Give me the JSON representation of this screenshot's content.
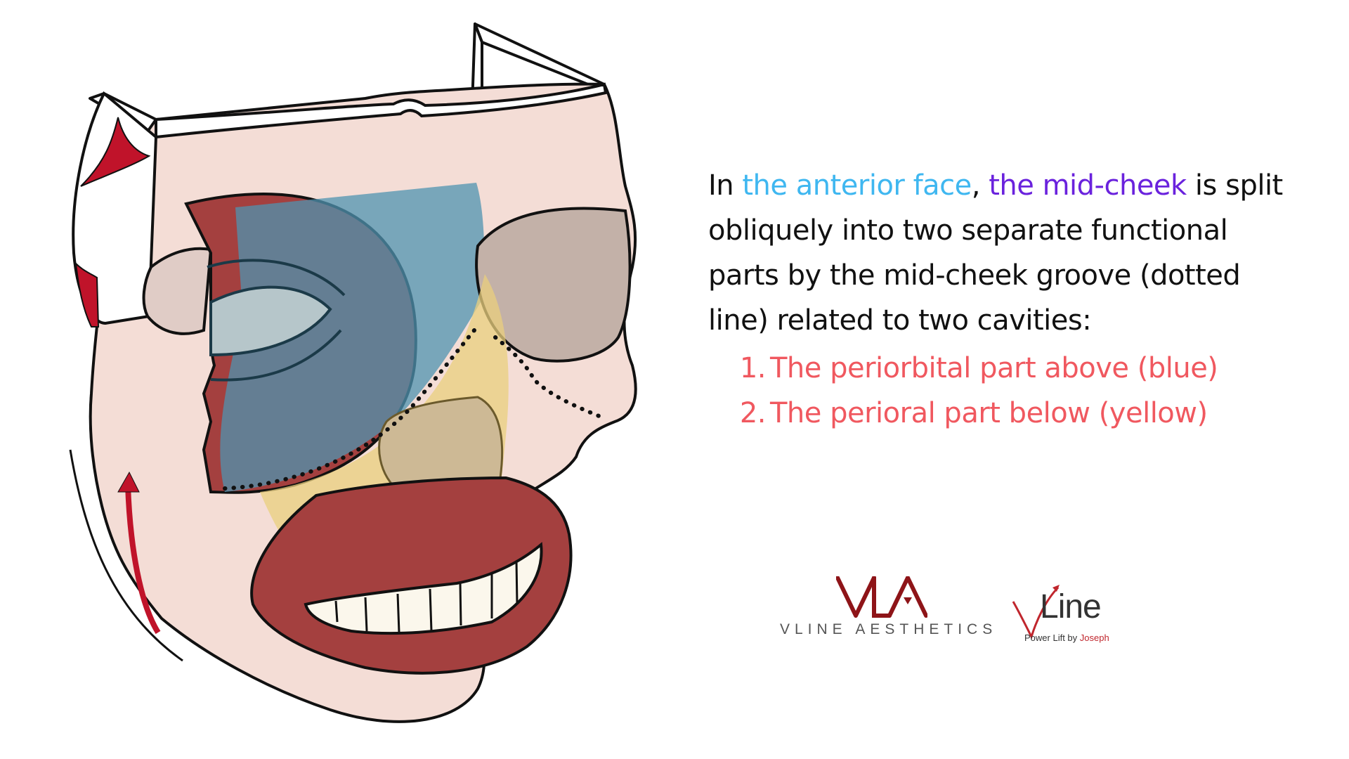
{
  "caption": {
    "intro_prefix": "In ",
    "anterior_face": "the anterior face",
    "comma": ", ",
    "mid_cheek": "the mid-cheek",
    "body": " is split obliquely into two separate functional parts by the mid-cheek groove (dotted line) related to two cavities:",
    "list": [
      {
        "num": "1.",
        "text": "The periorbital part above (blue)"
      },
      {
        "num": "2.",
        "text": "The perioral part below (yellow)"
      }
    ]
  },
  "colors": {
    "anterior_face": "#3fb7f0",
    "mid_cheek": "#6a22dd",
    "list_text": "#f0585f",
    "periorbital_region": "#4f93b0",
    "perioral_region": "#eacf7e",
    "muscle": "#a4403f",
    "skin": "#f4ddd6"
  },
  "illustration": {
    "subject": "Anterior face anatomical diagram showing mid-cheek groove",
    "regions": [
      "periorbital (blue)",
      "perioral (yellow)",
      "mid-cheek groove (dotted line)"
    ]
  },
  "logos": {
    "vla_mark": "VLA",
    "vla_name": "VLINE AESTHETICS",
    "vline_word": "Line",
    "vline_tag_prefix": "Power Lift by ",
    "vline_tag_name": "Joseph"
  }
}
